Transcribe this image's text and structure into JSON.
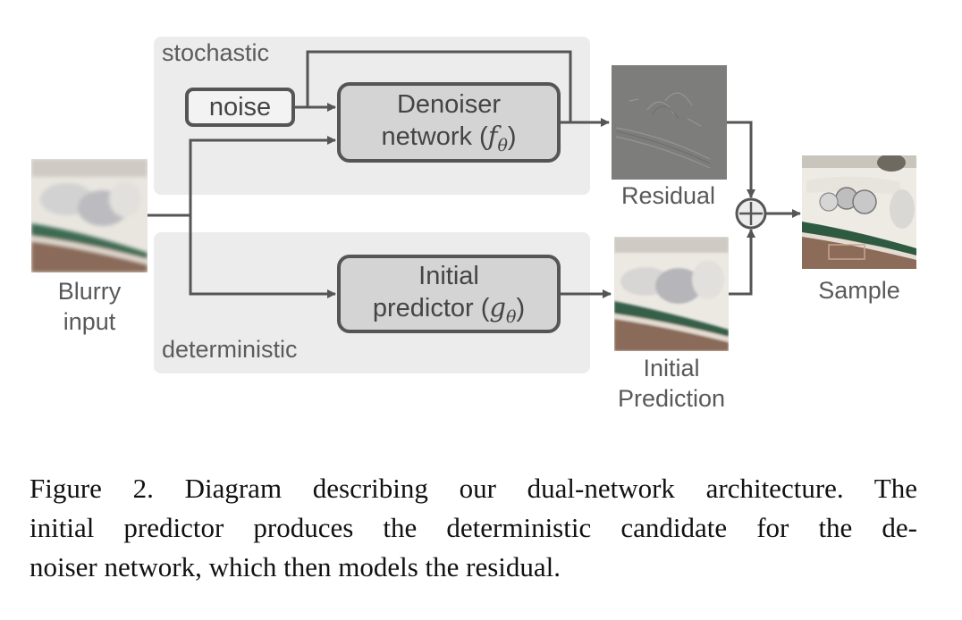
{
  "diagram": {
    "panels": {
      "stochastic": "stochastic",
      "deterministic": "deterministic"
    },
    "nodes": {
      "noise": "noise",
      "denoiser_line1": "Denoiser",
      "denoiser_line2": "network (",
      "denoiser_symbol": "f",
      "denoiser_subscript": "θ",
      "predictor_line1": "Initial",
      "predictor_line2": "predictor (",
      "predictor_symbol": "g",
      "predictor_subscript": "θ",
      "close_paren": ")"
    },
    "images": {
      "blurry_input": {
        "line1": "Blurry",
        "line2": "input"
      },
      "residual": {
        "line1": "Residual"
      },
      "initial_prediction": {
        "line1": "Initial",
        "line2": "Prediction"
      },
      "sample": {
        "line1": "Sample"
      }
    },
    "operators": {
      "sum": "plus-circle"
    },
    "edges": [
      "blurry_input -> denoiser_network",
      "blurry_input -> initial_predictor",
      "noise -> denoiser_network",
      "noise -> residual (skip)",
      "denoiser_network -> residual",
      "initial_predictor -> initial_prediction",
      "residual -> sum",
      "initial_prediction -> sum",
      "sum -> sample"
    ]
  },
  "caption": "Figure 2. Diagram describing our dual-network architecture. The initial predictor produces the deterministic candidate for the denoiser network, which then models the residual.",
  "caption_lines": [
    "Figure 2. Diagram describing our dual-network architecture. The",
    "initial predictor produces the deterministic candidate for the de-",
    "noiser network, which then models the residual."
  ],
  "colors": {
    "line": "#555555",
    "panel": "#ececec",
    "box_fill": "#d4d4d4",
    "label_text": "#595959"
  }
}
